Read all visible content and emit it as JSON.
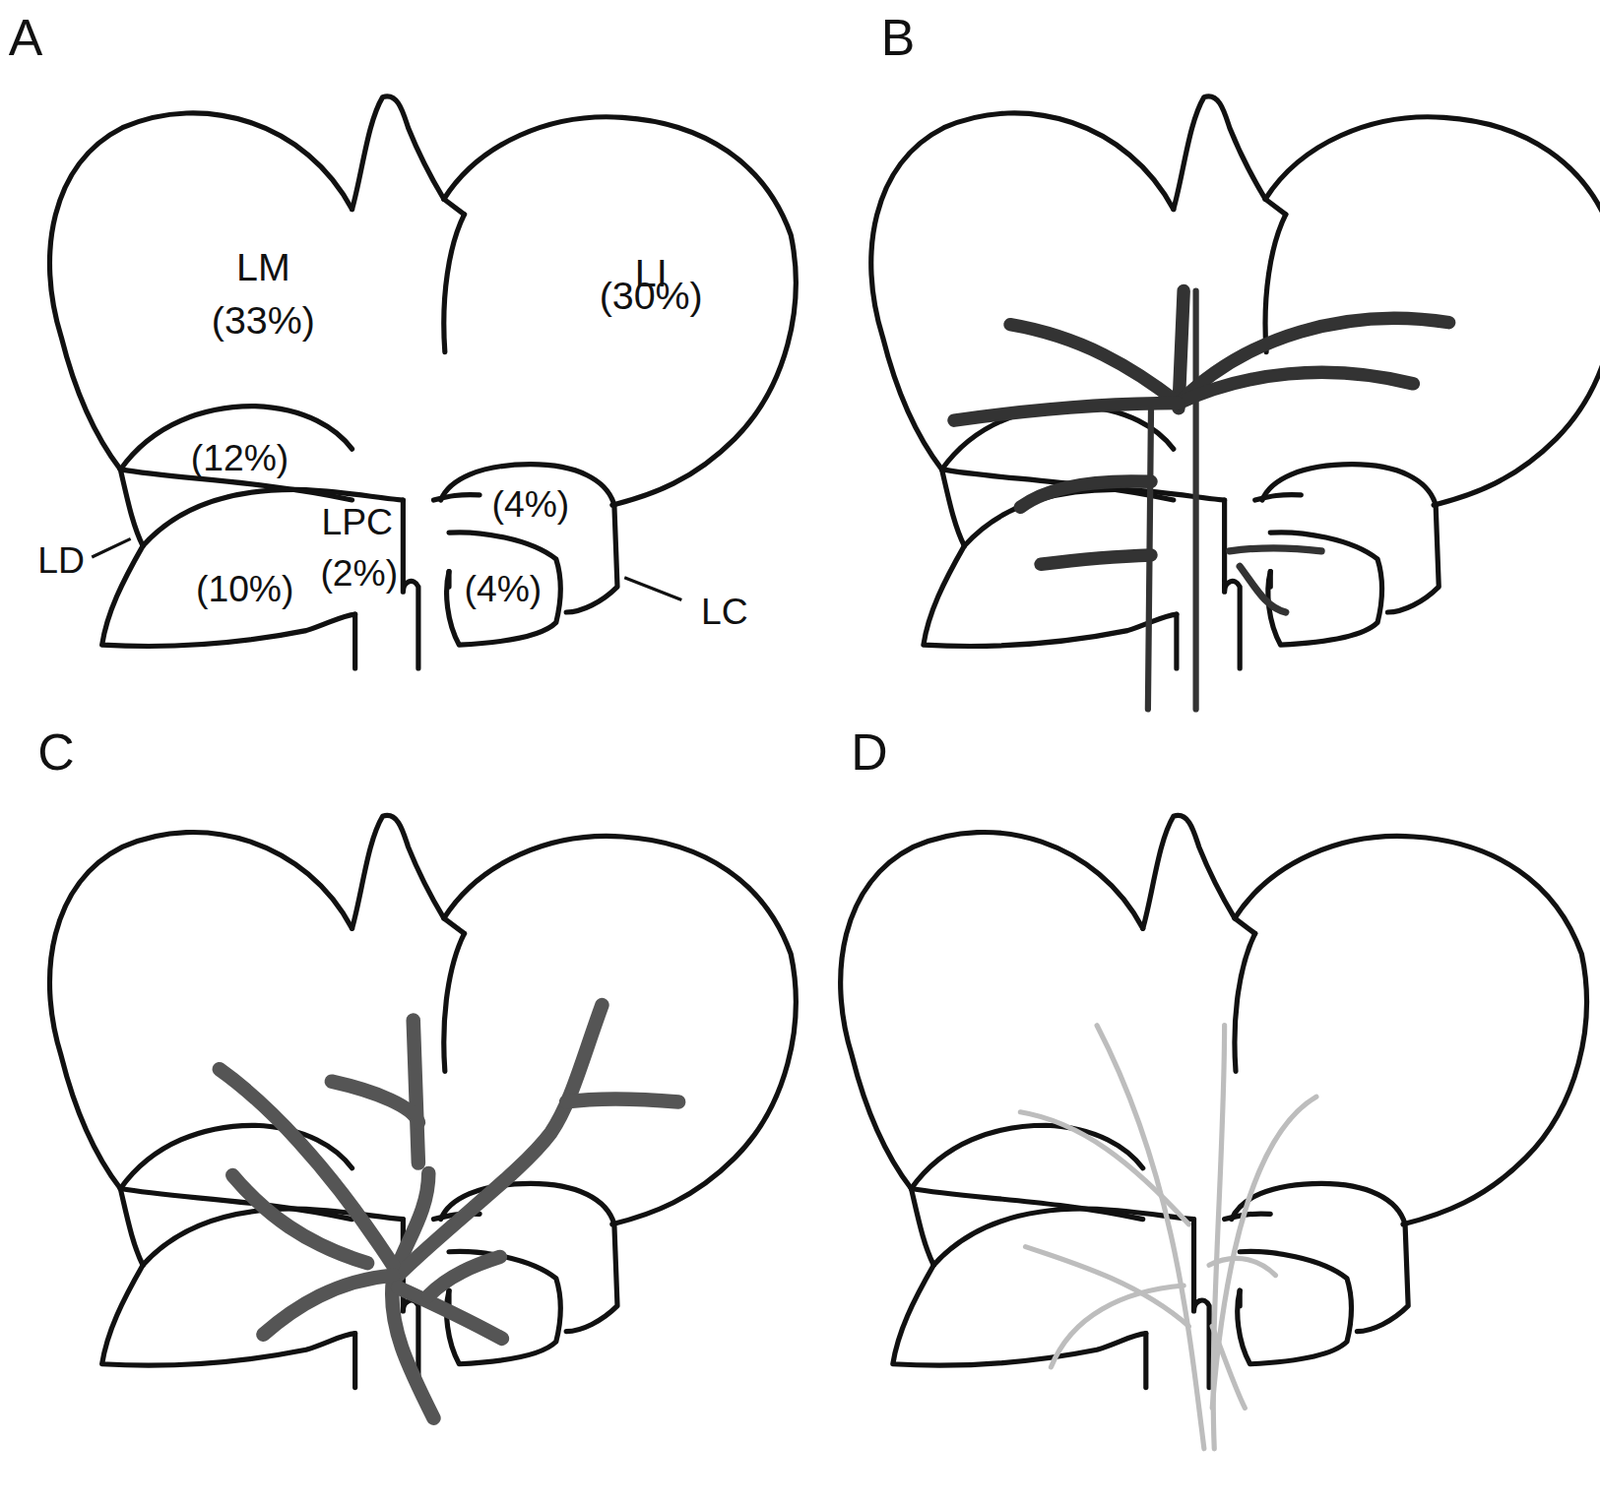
{
  "diagram": {
    "labels": [
      "A",
      "LM",
      "(33%)",
      "LI",
      "(30%)",
      "(12%)",
      "LD",
      "LPC",
      "(2%)",
      "(4%)",
      "(10%)",
      "(4%)",
      "LC",
      "B",
      "C",
      "D"
    ]
  }
}
